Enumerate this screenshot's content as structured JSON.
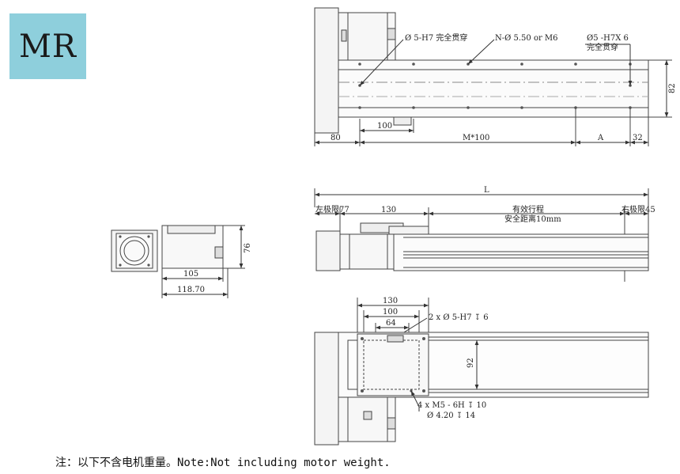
{
  "badge": "MR",
  "top_view": {
    "hole_spec_left": "Ø 5-H7 完全贯穿",
    "hole_spec_mid": "N-Ø 5.50 or  M6",
    "hole_spec_right_1": "Ø5 -H7X 6",
    "hole_spec_right_2": "完全贯穿",
    "dim_100": "100",
    "dim_80": "80",
    "dim_m100": "M*100",
    "dim_a": "A",
    "dim_32": "32",
    "dim_82": "82"
  },
  "side_view": {
    "dim_l": "L",
    "left_limit": "左极限77",
    "dim_130": "130",
    "stroke_1": "有效行程",
    "stroke_2": "安全距离10mm",
    "right_limit": "右极限45"
  },
  "end_view": {
    "dim_76": "76",
    "dim_105": "105",
    "dim_118": "118.70"
  },
  "bottom_view": {
    "dim_130": "130",
    "dim_100": "100",
    "dim_64": "64",
    "hole_spec_top": "2 x  Ø 5-H7  ↧ 6",
    "dim_92": "92",
    "hole_spec_bottom_1": "4 x  M5 - 6H  ↧ 10",
    "hole_spec_bottom_2": "Ø 4.20  ↧ 14"
  },
  "note": "注：以下不含电机重量。Note:Not including motor weight."
}
